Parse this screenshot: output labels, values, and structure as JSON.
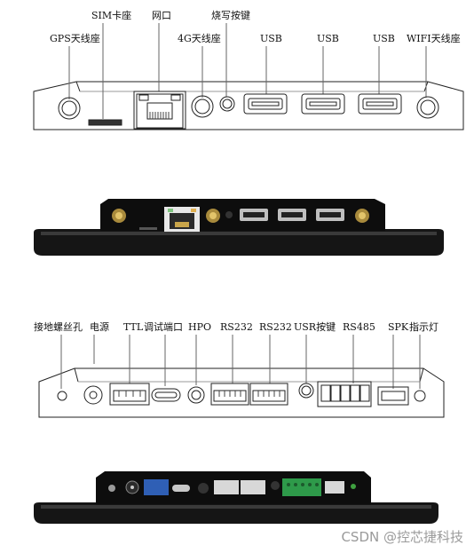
{
  "top_labels": {
    "gps": "GPS天线座",
    "sim": "SIM卡座",
    "lan": "网口",
    "burn": "烧写按键",
    "ant4g": "4G天线座",
    "usb1": "USB",
    "usb2": "USB",
    "usb3": "USB",
    "wifi": "WIFI天线座"
  },
  "bottom_labels": {
    "ground": "接地螺丝孔",
    "power": "电源",
    "ttl": "TTL",
    "debug": "调试端口",
    "hpo": "HPO",
    "rs232a": "RS232",
    "rs232b": "RS232",
    "usrkey": "USR按键",
    "rs485": "RS485",
    "spk": "SPK",
    "led": "指示灯"
  },
  "watermark": "CSDN @控芯捷科技"
}
